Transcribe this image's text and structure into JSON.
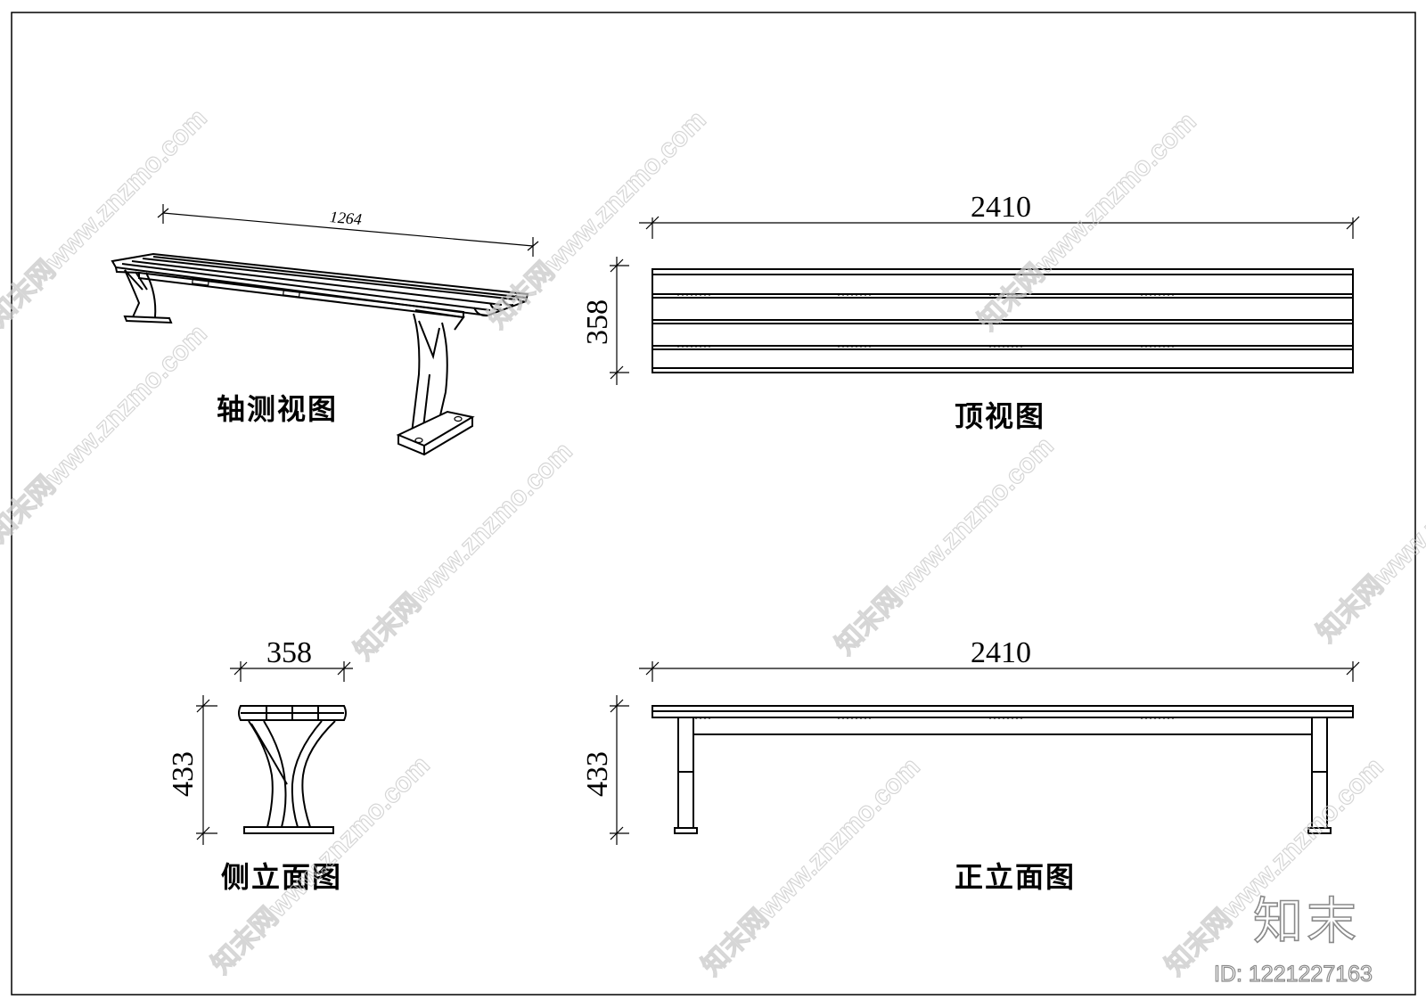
{
  "views": {
    "axonometric": {
      "title": "轴测视图",
      "dimension": "1264"
    },
    "top": {
      "title": "顶视图",
      "width": "2410",
      "depth": "358"
    },
    "side": {
      "title": "侧立面图",
      "width": "358",
      "height": "433"
    },
    "front": {
      "title": "正立面图",
      "width": "2410",
      "height": "433"
    }
  },
  "watermark": {
    "text": "知末网www.znzmo.com",
    "brand": "知末",
    "id": "ID: 1221227163"
  }
}
